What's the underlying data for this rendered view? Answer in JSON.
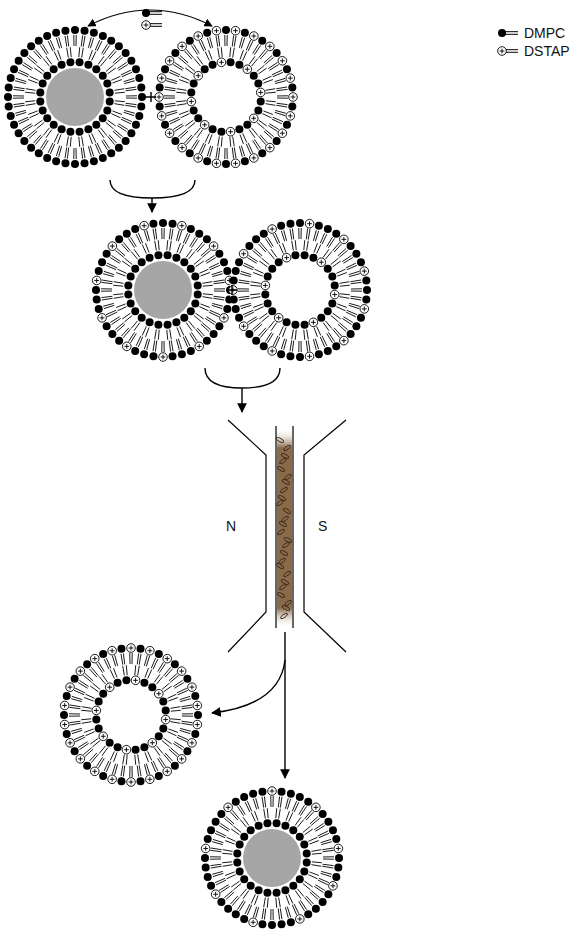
{
  "diagram": {
    "labels": [
      "N",
      "S"
    ],
    "legend": [
      {
        "text": "DMPC"
      },
      {
        "text": "DSTAP"
      }
    ]
  }
}
